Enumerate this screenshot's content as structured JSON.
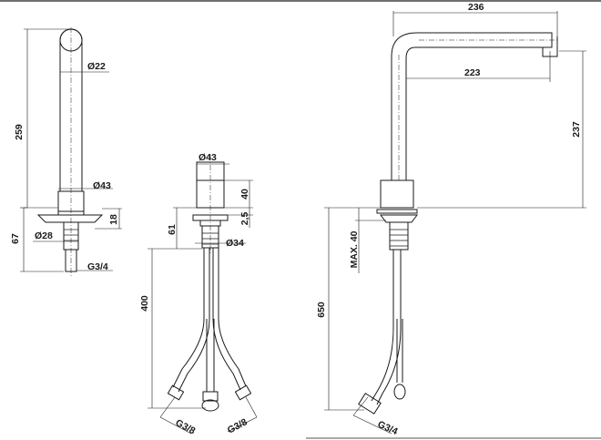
{
  "dimensions": {
    "view_a_height_259": "259",
    "view_a_diameter_22": "Ø22",
    "view_a_diameter_43": "Ø43",
    "view_a_height_67": "67",
    "view_a_height_18": "18",
    "view_a_diameter_28": "Ø28",
    "view_a_thread_g34": "G3/4",
    "view_b_diameter_43": "Ø43",
    "view_b_height_40": "40",
    "view_b_height_25": "2,5",
    "view_b_height_61": "61",
    "view_b_diameter_34": "Ø34",
    "view_b_hose_400": "400",
    "view_b_thread_g38_left": "G3/8",
    "view_b_thread_g38_right": "G3/8",
    "view_c_length_236": "236",
    "view_c_length_223": "223",
    "view_c_height_237": "237",
    "view_c_max_40": "MAX. 40",
    "view_c_hose_650": "650",
    "view_c_thread_g34": "G3/4"
  }
}
